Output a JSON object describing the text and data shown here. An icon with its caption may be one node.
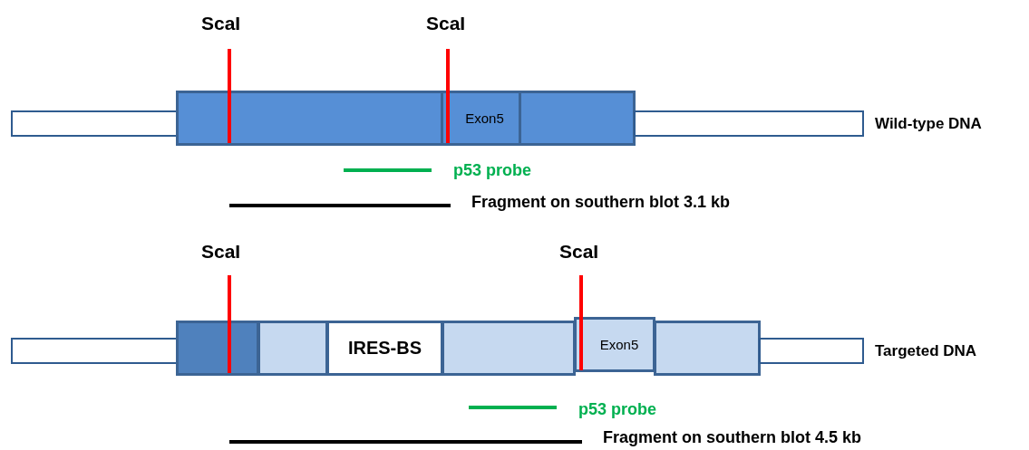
{
  "diagram": {
    "nodes": [
      {
        "text": [],
        "shape": "box"
      },
      {
        "text": [],
        "shape": "box"
      },
      {
        "text": [
          "Exon5"
        ]
      },
      {
        "text": [],
        "shape": "box"
      },
      {
        "text": [],
        "shape": "box",
        "beside": [
          "Wild-type DNA"
        ]
      },
      {
        "text": [],
        "shape": "box"
      },
      {
        "text": [],
        "shape": "box"
      },
      {
        "text": [],
        "shape": "box"
      },
      {
        "text": [
          "IRES-BS"
        ]
      },
      {
        "text": [],
        "shape": "box"
      },
      {
        "text": [
          "Exon5"
        ]
      },
      {
        "text": [],
        "shape": "box"
      },
      {
        "text": [],
        "shape": "box",
        "beside": [
          "Targeted DNA"
        ]
      }
    ],
    "edges": [],
    "labels": [
      "ScaI",
      "ScaI",
      "p53 probe",
      "Fragment on southern blot 3.1 kb",
      "ScaI",
      "ScaI",
      "p53 probe",
      "Fragment on southern blot 4.5 kb"
    ]
  }
}
